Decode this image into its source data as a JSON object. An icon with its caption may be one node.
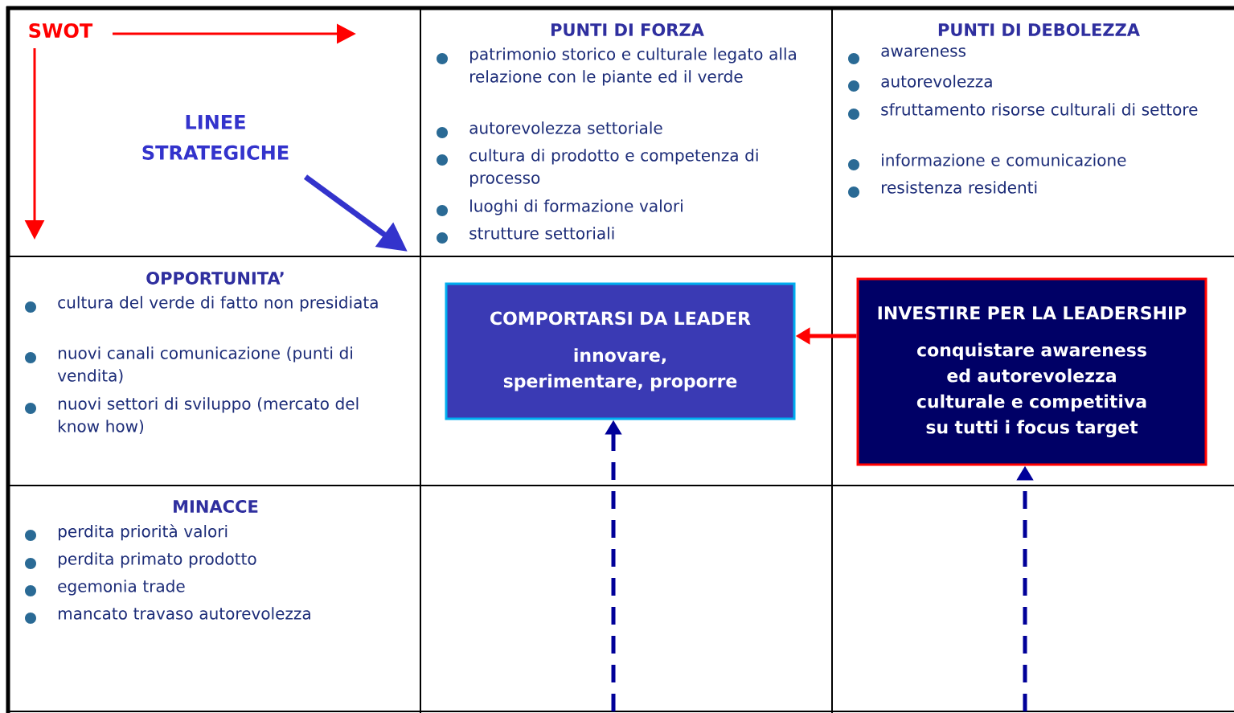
{
  "diagram": {
    "nodes": [
      {
        "text": [
          "PUNTI DI FORZA",
          "patrimonio storico e culturale legato alla relazione con le piante ed il verde",
          "autorevolezza settoriale",
          "cultura di prodotto e competenza di processo",
          "luoghi di formazione valori",
          "strutture settoriali"
        ]
      },
      {
        "text": [
          "PUNTI DI DEBOLEZZA",
          "awareness",
          "autorevolezza",
          "sfruttamento risorse culturali di settore",
          "informazione e comunicazione",
          "resistenza residenti"
        ]
      },
      {
        "text": [
          "OPPORTUNITA’",
          "cultura del verde di fatto non presidiata",
          "nuovi canali comunicazione (punti di vendita)",
          "nuovi settori di sviluppo (mercato del know how)"
        ]
      },
      {
        "text": [
          "MINACCE",
          "perdita priorità valori",
          "perdita primato prodotto",
          "egemonia trade",
          "mancato travaso autorevolezza"
        ]
      },
      {
        "text": [
          "COMPORTARSI DA LEADER",
          "innovare, sperimentare, proporre"
        ]
      },
      {
        "text": [
          "INVESTIRE PER LA LEADERSHIP",
          "conquistare awareness ed autorevolezza culturale e competitiva su tutti i focus target"
        ]
      }
    ],
    "edges": [
      {
        "from": 5,
        "to": 4,
        "arrow": "to",
        "color": "#ff0000"
      },
      {
        "from": null,
        "to": 4,
        "arrow": "to",
        "style": "dashed",
        "color": "#000099"
      },
      {
        "from": null,
        "to": 5,
        "arrow": "to",
        "style": "dashed",
        "color": "#000099"
      }
    ],
    "labels": [
      "SWOT",
      "LINEE STRATEGICHE"
    ]
  }
}
